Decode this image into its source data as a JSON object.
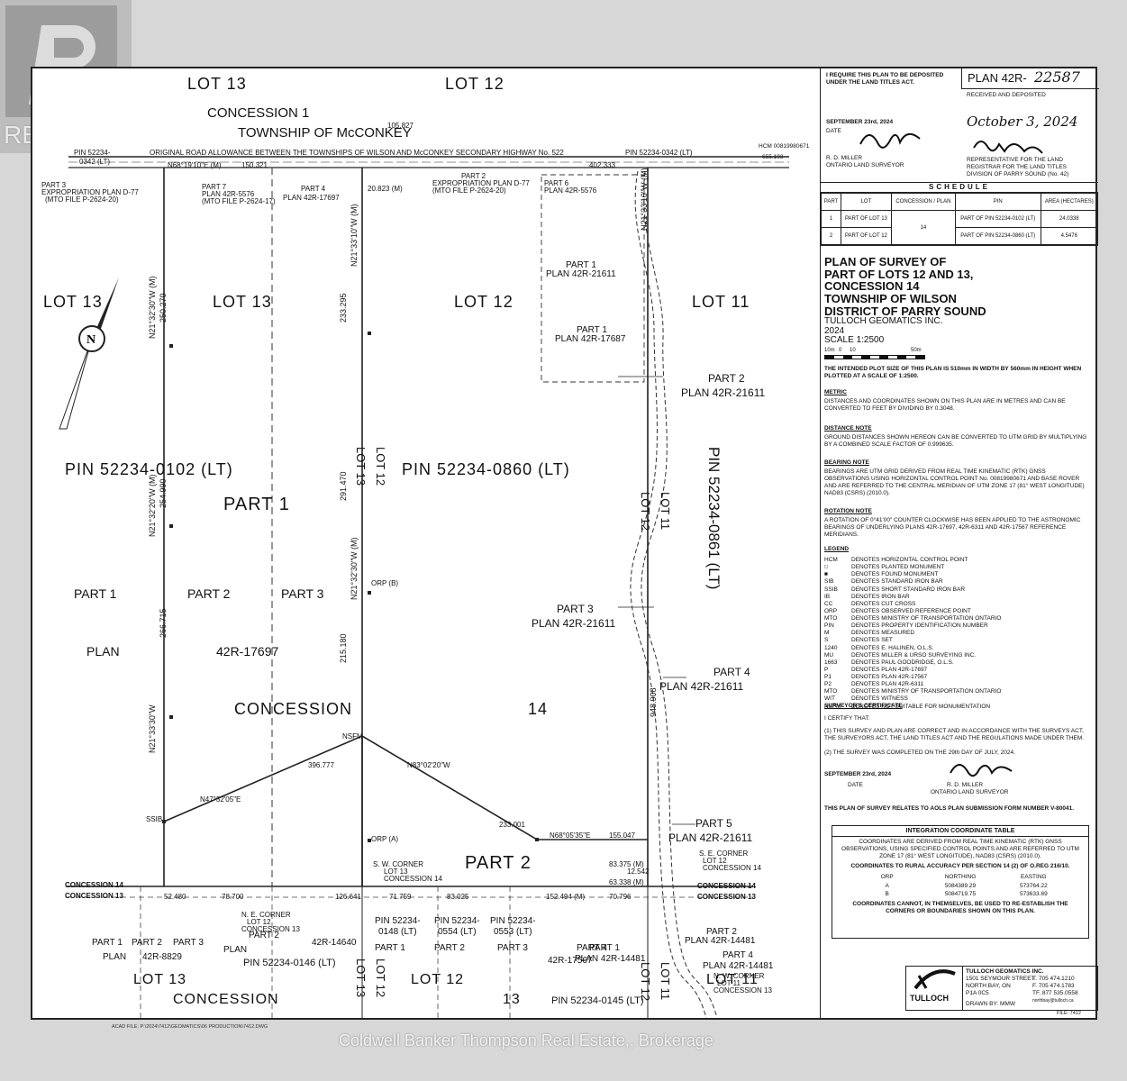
{
  "watermark": {
    "logo_text": "REALTOR",
    "brokerage": "Coldwell Banker Thompson Real Estate,, Brokerage"
  },
  "header": {
    "deposit_note": "I REQUIRE THIS PLAN TO BE DEPOSITED UNDER THE LAND TITLES ACT.",
    "plan_label": "PLAN 42R-",
    "plan_number": "22587",
    "received": "RECEIVED AND DEPOSITED",
    "surveyor_date": "SEPTEMBER 23rd, 2024",
    "date_label": "DATE",
    "surveyor_name": "R. D. MILLER",
    "surveyor_title": "ONTARIO LAND SURVEYOR",
    "deposit_date": "October 3, 2024",
    "registrar_note": "REPRESENTATIVE FOR THE LAND REGISTRAR FOR THE LAND TITLES DIVISION OF PARRY SOUND (No. 42)"
  },
  "schedule": {
    "title": "SCHEDULE",
    "columns": [
      "PART",
      "LOT",
      "CONCESSION / PLAN",
      "PIN",
      "AREA (HECTARES)"
    ],
    "rows": [
      {
        "part": "1",
        "lot": "PART OF LOT 13",
        "concession": "14",
        "pin": "PART OF PIN 52234-0102 (LT)",
        "area": "24.0338"
      },
      {
        "part": "2",
        "lot": "PART OF LOT 12",
        "concession": "",
        "pin": "PART OF PIN 52234-0860 (LT)",
        "area": "4.5476"
      }
    ]
  },
  "title_block": {
    "lines": [
      "PLAN OF SURVEY OF",
      "PART OF LOTS 12 AND 13,",
      "CONCESSION 14",
      "TOWNSHIP OF WILSON",
      "DISTRICT OF PARRY SOUND",
      "TULLOCH GEOMATICS INC.",
      "2024",
      "SCALE 1:2500"
    ],
    "scale_ticks": [
      "10m",
      "0",
      "10",
      "50m"
    ],
    "plot_note": "THE INTENDED PLOT SIZE OF THIS PLAN IS 510mm IN WIDTH BY 560mm IN HEIGHT WHEN PLOTTED AT A SCALE OF 1:2500."
  },
  "notes": [
    {
      "heading": "METRIC",
      "text": "DISTANCES AND COORDINATES SHOWN ON THIS PLAN ARE IN METRES AND CAN BE CONVERTED TO FEET BY DIVIDING BY 0.3048."
    },
    {
      "heading": "DISTANCE NOTE",
      "text": "GROUND DISTANCES SHOWN HEREON CAN BE CONVERTED TO UTM GRID BY MULTIPLYING BY A COMBINED SCALE FACTOR OF 0.999635."
    },
    {
      "heading": "BEARING NOTE",
      "text": "BEARINGS ARE UTM GRID DERIVED FROM REAL TIME KINEMATIC (RTK) GNSS OBSERVATIONS USING HORIZONTAL CONTROL POINT No. 00819980671 AND BASE ROVER AND ARE REFERRED TO THE CENTRAL MERIDIAN OF UTM ZONE 17 (81° WEST LONGITUDE) NAD83 (CSRS) (2010.0)."
    },
    {
      "heading": "ROTATION NOTE",
      "text": "A ROTATION OF 0°41'00\" COUNTER CLOCKWISE HAS BEEN APPLIED TO THE ASTRONOMIC BEARINGS OF UNDERLYING PLANS 42R-17697, 42R-6311 AND 42R-17567 REFERENCE MERIDIANS."
    }
  ],
  "legend": {
    "heading": "LEGEND",
    "items": [
      [
        "HCM",
        "DENOTES HORIZONTAL CONTROL POINT"
      ],
      [
        "□",
        "DENOTES PLANTED MONUMENT"
      ],
      [
        "■",
        "DENOTES FOUND MONUMENT"
      ],
      [
        "SIB",
        "DENOTES STANDARD IRON BAR"
      ],
      [
        "SSIB",
        "DENOTES SHORT STANDARD IRON BAR"
      ],
      [
        "IB",
        "DENOTES IRON BAR"
      ],
      [
        "CC",
        "DENOTES CUT CROSS"
      ],
      [
        "ORP",
        "DENOTES OBSERVED REFERENCE POINT"
      ],
      [
        "MTO",
        "DENOTES MINISTRY OF TRANSPORTATION ONTARIO"
      ],
      [
        "PIN",
        "DENOTES PROPERTY IDENTIFICATION NUMBER"
      ],
      [
        "M",
        "DENOTES MEASURED"
      ],
      [
        "S",
        "DENOTES SET"
      ],
      [
        "1240",
        "DENOTES E. HALINEN, O.L.S."
      ],
      [
        "MU",
        "DENOTES MILLER & URSO SURVEYING INC."
      ],
      [
        "1663",
        "DENOTES PAUL GOODRIDGE, O.L.S."
      ],
      [
        "P",
        "DENOTES PLAN 42R-17697"
      ],
      [
        "P1",
        "DENOTES PLAN 42R-17567"
      ],
      [
        "P2",
        "DENOTES PLAN 42R-6311"
      ],
      [
        "MTO",
        "DENOTES MINISTRY OF TRANSPORTATION ONTARIO"
      ],
      [
        "WIT",
        "DENOTES WITNESS"
      ],
      [
        "NSFM",
        "DENOTES NOT SUITABLE FOR MONUMENTATION"
      ]
    ]
  },
  "certificate": {
    "heading": "SURVEYOR'S CERTIFICATE",
    "intro": "I CERTIFY THAT:",
    "items": [
      "(1)  THIS SURVEY AND PLAN ARE CORRECT AND IN ACCORDANCE WITH THE SURVEYS ACT, THE SURVEYORS ACT, THE LAND TITLES ACT AND THE REGULATIONS MADE UNDER THEM.",
      "(2)  THE SURVEY WAS COMPLETED ON THE 29th DAY OF JULY, 2024."
    ],
    "date": "SEPTEMBER 23rd, 2024",
    "date_label": "DATE",
    "name": "R. D. MILLER",
    "title": "ONTARIO LAND SURVEYOR",
    "aols": "THIS PLAN OF SURVEY RELATES TO AOLS PLAN SUBMISSION FORM NUMBER V-80041."
  },
  "coord_table": {
    "title": "INTEGRATION COORDINATE TABLE",
    "intro": "COORDINATES ARE DERIVED FROM REAL TIME KINEMATIC (RTK) GNSS OBSERVATIONS, USING SPECIFIED CONTROL POINTS AND ARE REFERRED TO UTM ZONE 17 (81° WEST LONGITUDE), NAD83 (CSRS) (2010.0).",
    "accuracy": "COORDINATES TO RURAL ACCURACY PER SECTION 14 (2) OF O.REG 216/10.",
    "headers": [
      "ORP",
      "NORTHING",
      "EASTING"
    ],
    "rows": [
      [
        "A",
        "5084389.29",
        "573764.22"
      ],
      [
        "B",
        "5084719.75",
        "573633.69"
      ]
    ],
    "footer": "COORDINATES CANNOT, IN THEMSELVES, BE USED TO RE-ESTABLISH THE CORNERS OR BOUNDARIES SHOWN ON THIS PLAN."
  },
  "company": {
    "name": "TULLOCH GEOMATICS INC.",
    "address": [
      "1501 SEYMOUR STREET",
      "NORTH BAY, ON",
      "P1A 0C5"
    ],
    "phones": [
      "T. 705 474.1210",
      "F. 705 474.1783",
      "TF. 877 535.0558"
    ],
    "email": "northbay@tulloch.ca",
    "logo": "TULLOCH",
    "drawn": "DRAWN BY: MMW",
    "file": "FILE: 7412",
    "acad": "ACAD FILE: P:\\2024\\7412\\GEOMATICS\\06 PRODUCTION\\7412.DWG"
  },
  "map_labels": {
    "lot13_top": "LOT        13",
    "lot12_top": "LOT        12",
    "concession_top": "CONCESSION                    1",
    "township": "TOWNSHIP         OF         McCONKEY",
    "road": "ORIGINAL ROAD ALLOWANCE BETWEEN THE TOWNSHIPS OF WILSON AND McCONKEY   SECONDARY HIGHWAY No. 522",
    "pin_0342": "PIN 52234-",
    "pin_0342b": "0342 (LT)",
    "pin_0342_right": "PIN 52234-0342 (LT)",
    "hcm": "HCM 00819980671",
    "hcm_val": "655.193",
    "lot13_left": "LOT       13",
    "lot13_mid": "LOT         13",
    "lot12_mid": "LOT         12",
    "lot11_mid": "LOT         11",
    "pin_0102": "PIN   52234-0102  (LT)",
    "pin_0860": "PIN   52234-0860  (LT)",
    "pin_0861": "PIN   52234-0861  (LT)",
    "part1_big": "PART     1",
    "part2_big": "PART     2",
    "part1_plan": "PART     1",
    "part2_plan": "PART     2",
    "part3_plan": "PART     3",
    "plan_word": "PLAN",
    "plan_17697": "42R-17697",
    "concession_mid": "CONCESSION",
    "fourteen": "14",
    "part3_top": "PART 3",
    "exprop_d77": "EXPROPRIATION PLAN D-77",
    "mto_2624": "(MTO FILE P-2624-20)",
    "part7": "PART 7",
    "plan_5576": "PLAN 42R-5576",
    "mto_2624_17": "(MTO FILE P-2624-17)",
    "part4_17697": "PART 4",
    "plan_17697b": "PLAN 42R-17697",
    "part2_d77": "PART 2",
    "part6": "PART 6",
    "plan_5576b": "PLAN 42R-5576",
    "part1_21611": "PART 1",
    "plan_21611": "PLAN 42R-21611",
    "part1_17687": "PART 1",
    "plan_17687": "PLAN 42R-17687",
    "part2_21611": "PART 2",
    "part3_21611": "PART 3",
    "part4_21611": "PART 4",
    "part5_21611": "PART 5",
    "sw_corner": "S. W. CORNER",
    "sw_corner2": "LOT 13",
    "sw_corner3": "CONCESSION 14",
    "se_corner": "S. E. CORNER",
    "se_corner2": "LOT 12",
    "se_corner3": "CONCESSION 14",
    "ne_corner": "N. E. CORNER",
    "ne_corner2": "LOT 12",
    "ne_corner3": "CONCESSION 13",
    "nw_corner": "N. W. CORNER",
    "nw_corner2": "LOT 11",
    "nw_corner3": "CONCESSION 13",
    "conc14_left": "CONCESSION 14",
    "conc13_left": "CONCESSION 13",
    "conc14_right": "CONCESSION 14",
    "conc13_right": "CONCESSION 13",
    "pin_0148": "PIN 52234-",
    "pin_0148b": "0148 (LT)",
    "pin_0554": "PIN 52234-",
    "pin_0554b": "0554 (LT)",
    "pin_0553": "PIN 52234-",
    "pin_0553b": "0553 (LT)",
    "pin_0146": "PIN 52234-0146 (LT)",
    "pin_0145": "PIN 52234-0145 (LT)",
    "part2_14481": "PART 2",
    "plan_14481": "PLAN 42R-14481",
    "part4_14481": "PART 4",
    "plan_14481b": "PLAN 42R-14481",
    "part1_14481": "PART 1",
    "plan_14481c": "PLAN 42R-14481",
    "part4_17567": "PART 4",
    "plan_17567": "42R-17567",
    "plan_14640": "42R-14640",
    "plan_8829": "42R-8829",
    "lot13_bottom": "LOT          13",
    "lot12_bottom": "LOT          12",
    "lot11_bottom": "LOT          11",
    "concession_bottom": "CONCESSION",
    "thirteen_bottom": "13",
    "lot13_vert": "LOT 13",
    "lot12_vert": "LOT 12",
    "lot11_vert": "LOT 11",
    "bearing_n68_top": "N68°19'10\"E (M)",
    "dist_150": "150.321",
    "dist_402": "402.333",
    "dist_105": "105.827",
    "dist_20823": "20.823 (M)",
    "bear_n47": "N47°32'05\"E",
    "dist_396": "396.777",
    "bear_n83": "N83°02'20\"W",
    "dist_233": "233.001",
    "bear_n68_05": "N68°05'35\"E",
    "dist_155": "155.047",
    "dist_126": "126.641",
    "dist_52480": "52.480",
    "dist_78700": "78.700",
    "dist_71759": "71.759",
    "dist_83025": "83.025",
    "dist_152": "152.494 (M)",
    "dist_70796": "70.796",
    "dist_83375": "83.375 (M)",
    "dist_63338": "63.338 (M)",
    "dist_12542": "12.542",
    "orp_a": "ORP (A)",
    "orp_b": "ORP (B)",
    "nsfm": "NSFM",
    "ssib": "SSIB"
  },
  "vertical_dims": [
    "N21°32'30\"W (M)",
    "N21°33'10\"W (M)",
    "N21°32'20\"W (M)",
    "N21°33'30\"W",
    "250.270",
    "254.990",
    "266.715",
    "233.295",
    "291.470",
    "215.180",
    "948.908"
  ]
}
